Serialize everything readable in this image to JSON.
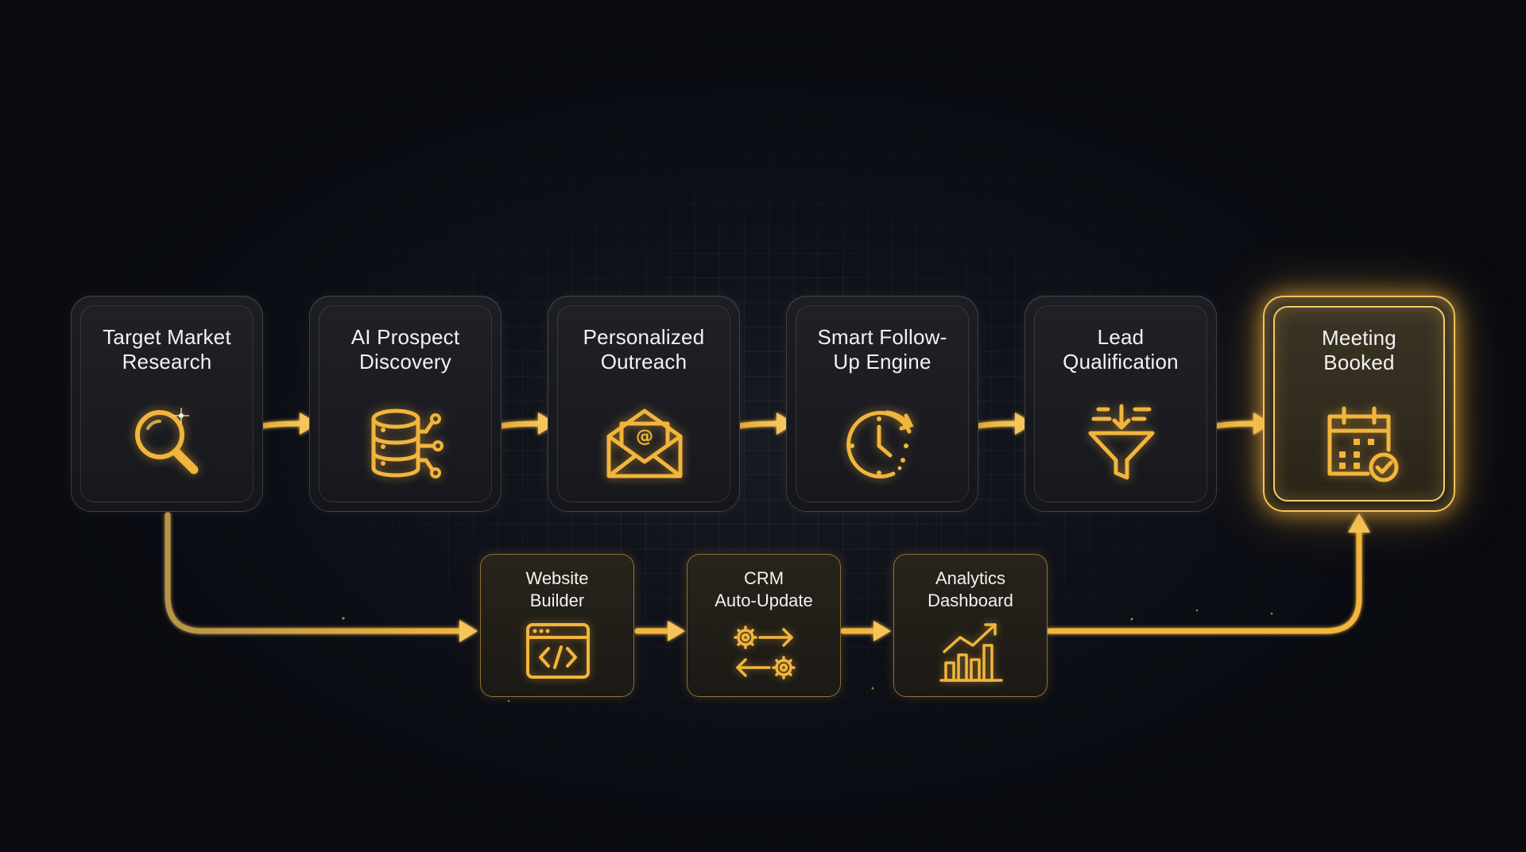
{
  "accent_color": "#f2b53c",
  "stages": [
    {
      "label": "Target Market\nResearch",
      "icon": "magnifier-icon"
    },
    {
      "label": "AI Prospect\nDiscovery",
      "icon": "database-icon"
    },
    {
      "label": "Personalized\nOutreach",
      "icon": "envelope-icon"
    },
    {
      "label": "Smart Follow-\nUp Engine",
      "icon": "clock-icon"
    },
    {
      "label": "Lead\nQualification",
      "icon": "funnel-icon"
    },
    {
      "label": "Meeting\nBooked",
      "icon": "calendar-check-icon"
    }
  ],
  "tools": [
    {
      "label": "Website\nBuilder",
      "icon": "code-window-icon"
    },
    {
      "label": "CRM\nAuto-Update",
      "icon": "sync-gears-icon"
    },
    {
      "label": "Analytics\nDashboard",
      "icon": "bar-chart-icon"
    }
  ]
}
